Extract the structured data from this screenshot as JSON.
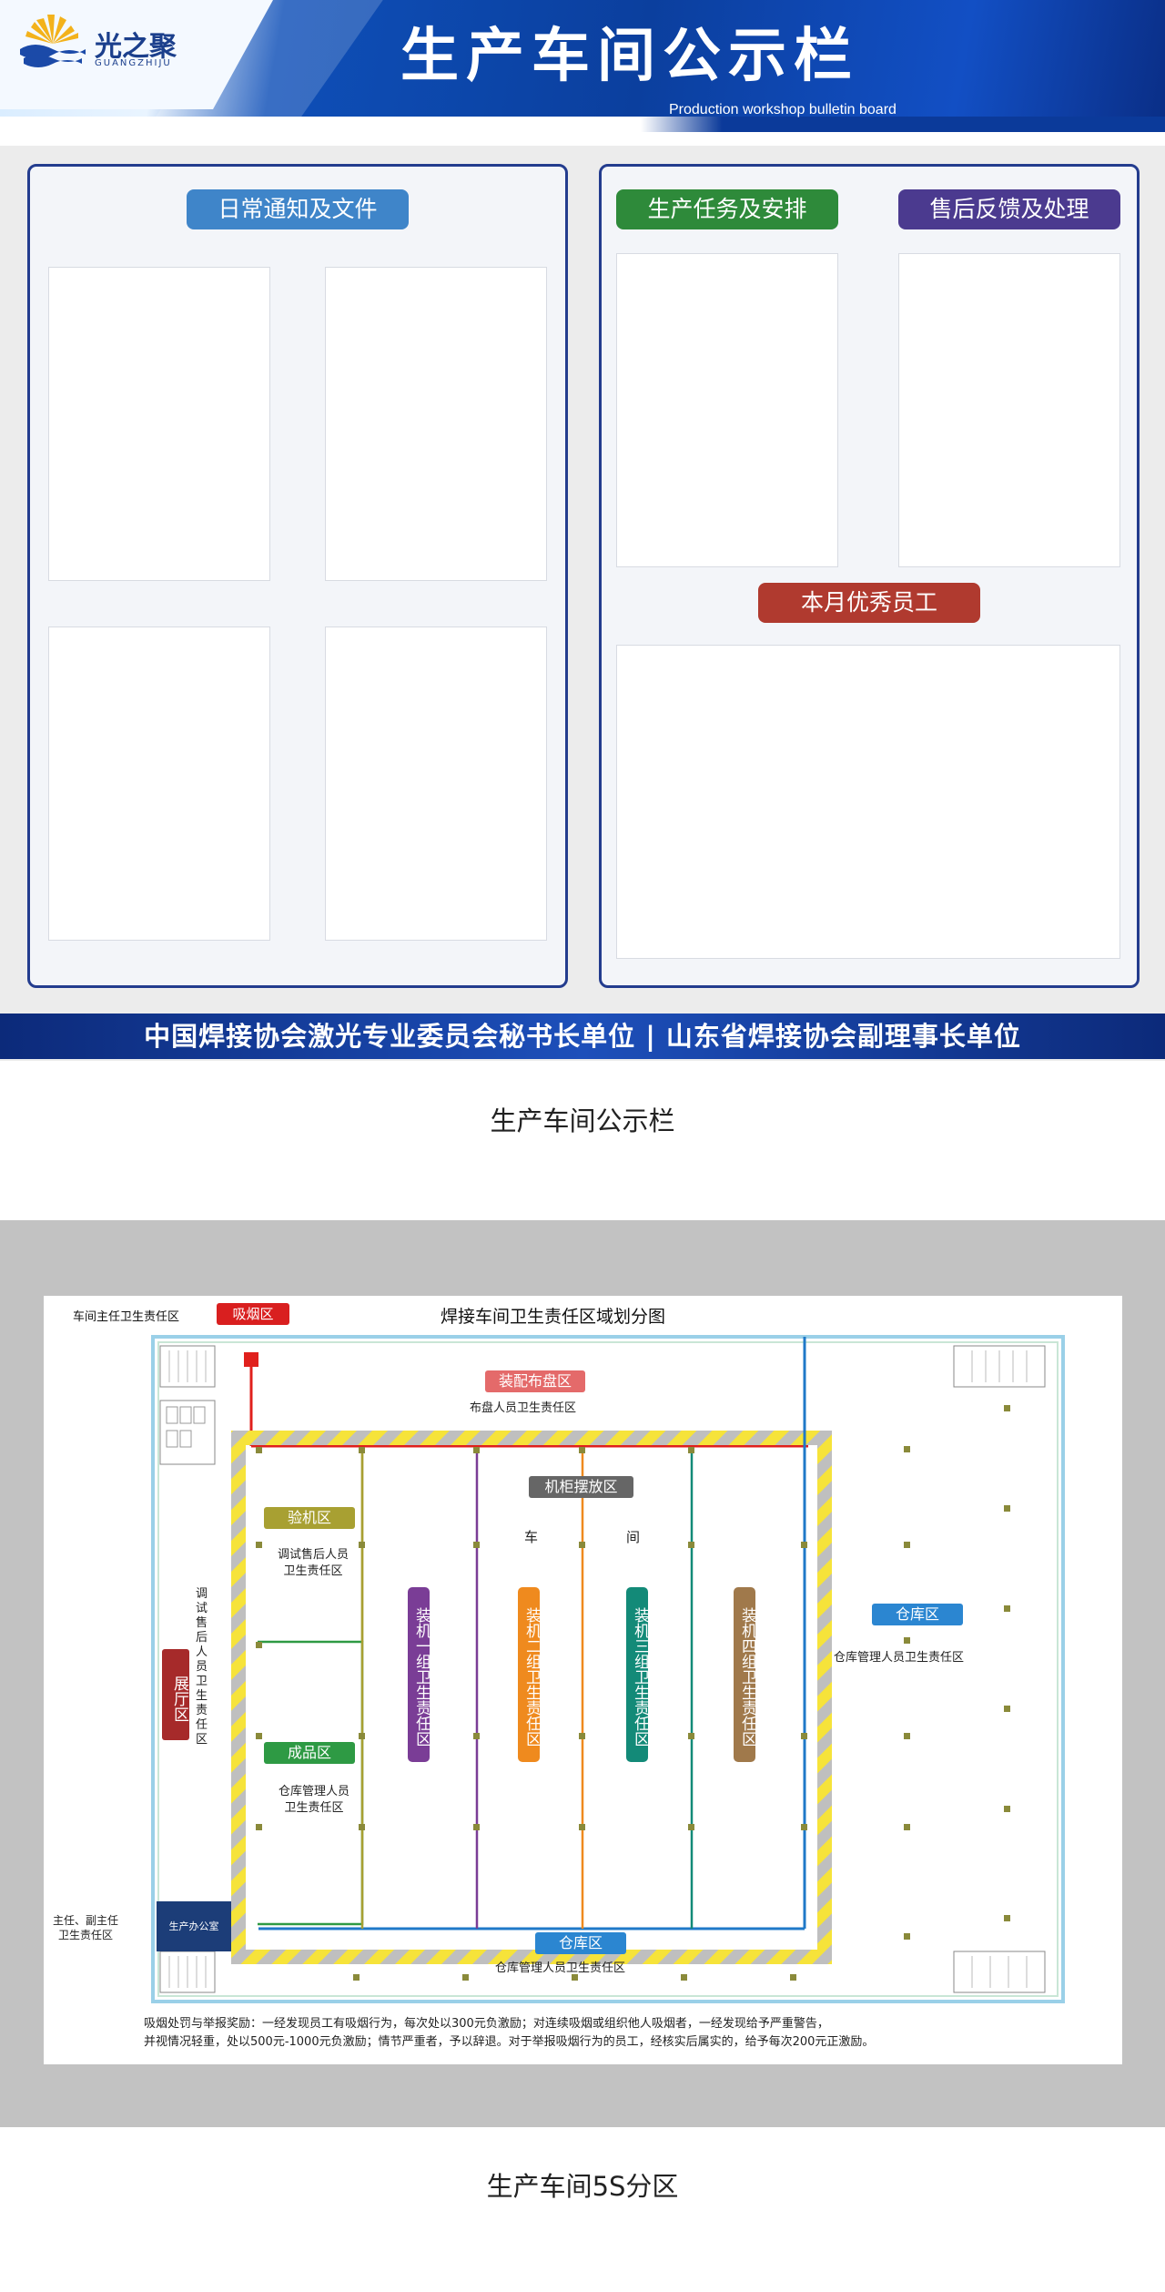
{
  "board1": {
    "logo": {
      "name": "光之聚",
      "pinyin": "GUANGZHIJU"
    },
    "title": "生产车间公示栏",
    "subtitle": "Production workshop bulletin board",
    "sections": {
      "daily": "日常通知及文件",
      "production": "生产任务及安排",
      "aftersales": "售后反馈及处理",
      "excellent": "本月优秀员工"
    },
    "footer": "中国焊接协会激光专业委员会秘书长单位 | 山东省焊接协会副理事长单位",
    "caption": "生产车间公示栏"
  },
  "board2": {
    "title": "焊接车间卫生责任区域划分图",
    "director_label": "车间主任卫生责任区",
    "smoking": "吸烟区",
    "assembly_layout": "装配布盘区",
    "layout_staff": "布盘人员卫生责任区",
    "cabinet": "机柜摆放区",
    "workshop_che": "车",
    "workshop_jian": "间",
    "inspection": "验机区",
    "debug_staff_1": "调试售后人员",
    "debug_staff_2": "卫生责任区",
    "debug_vertical": "调试售后人员卫生责任区",
    "showroom": "展厅区",
    "finished": "成品区",
    "wh_staff_1": "仓库管理人员",
    "wh_staff_2": "卫生责任区",
    "warehouse_right": "仓库区",
    "warehouse_right_staff": "仓库管理人员卫生责任区",
    "warehouse_bottom": "仓库区",
    "warehouse_bottom_staff": "仓库管理人员卫生责任区",
    "office": "生产办公室",
    "director_left_1": "主任、副主任",
    "director_left_2": "卫生责任区",
    "groups": [
      "装机一组卫生责任区",
      "装机二组卫生责任区",
      "装机三组卫生责任区",
      "装机四组卫生责任区"
    ],
    "group_colors": [
      "#7a3d96",
      "#ef8a1e",
      "#138a78",
      "#a0794b"
    ],
    "note_1": "吸烟处罚与举报奖励：一经发现员工有吸烟行为，每次处以300元负激励；对连续吸烟或组织他人吸烟者，一经发现给予严重警告，",
    "note_2": "并视情况轻重，处以500元-1000元负激励；情节严重者，予以辞退。对于举报吸烟行为的员工，经核实后属实的，给予每次200元正激励。",
    "caption": "生产车间5S分区"
  }
}
